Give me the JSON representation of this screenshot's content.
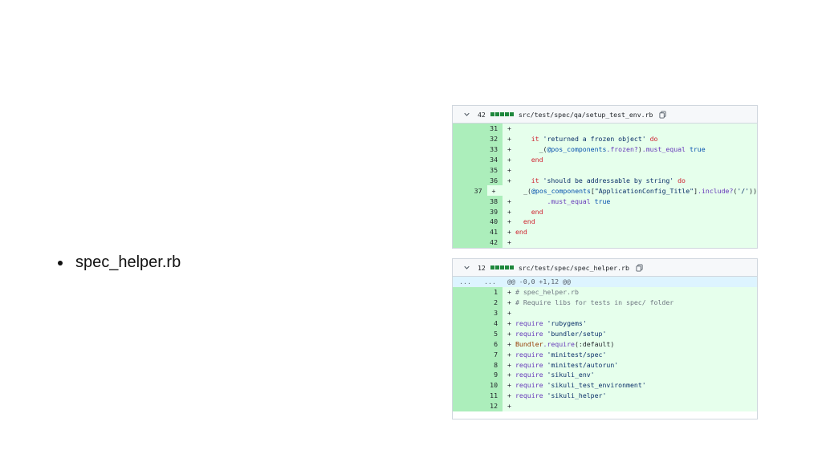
{
  "bullet": {
    "text": "spec_helper.rb"
  },
  "diffs": [
    {
      "count": "42",
      "path": "src/test/spec/qa/setup_test_env.rb",
      "lines": [
        {
          "n": "31"
        },
        {
          "n": "32"
        },
        {
          "n": "33"
        },
        {
          "n": "34"
        },
        {
          "n": "35"
        },
        {
          "n": "36"
        },
        {
          "n": "37"
        },
        {
          "n": "38"
        },
        {
          "n": "39"
        },
        {
          "n": "40"
        },
        {
          "n": "41"
        },
        {
          "n": "42"
        }
      ]
    },
    {
      "count": "12",
      "path": "src/test/spec/spec_helper.rb",
      "hunk": {
        "left": "...",
        "right": "...",
        "text": "@@ -0,0 +1,12 @@"
      },
      "lines": [
        {
          "n": "1"
        },
        {
          "n": "2"
        },
        {
          "n": "3"
        },
        {
          "n": "4"
        },
        {
          "n": "5"
        },
        {
          "n": "6"
        },
        {
          "n": "7"
        },
        {
          "n": "8"
        },
        {
          "n": "9"
        },
        {
          "n": "10"
        },
        {
          "n": "11"
        },
        {
          "n": "12"
        }
      ]
    }
  ],
  "tokens": {
    "plus": "+",
    "it": "it",
    "do": "do",
    "end": "end",
    "t_returned": "'returned a frozen object'",
    "t_addr": "'should be addressable by string'",
    "underscore_paren": "_(",
    "ivar": "@pos_components",
    "frozen": ".frozen?",
    "close_paren": ")",
    "must_equal": ".must_equal",
    "true": "true",
    "bracket_open": "[",
    "bracket_str": "\"ApplicationConfig_Title\"",
    "bracket_close": "]",
    "include": ".include?",
    "include_arg_open": "(",
    "include_arg": "'/'",
    "include_arg_close": "))",
    "dot_must_equal": ".must_equal",
    "cmt1": "# spec_helper.rb",
    "cmt2": "# Require libs for tests in spec/ folder",
    "require": "require",
    "r_rubygems": "'rubygems'",
    "r_bundler": "'bundler/setup'",
    "bundler": "Bundler",
    "dot_require": ".require",
    "default_arg": "(:default)",
    "r_minitest_spec": "'minitest/spec'",
    "r_minitest_autorun": "'minitest/autorun'",
    "r_sikuli_env": "'sikuli_env'",
    "r_sikuli_test_env": "'sikuli_test_environment'",
    "r_sikuli_helper": "'sikuli_helper'"
  },
  "colors": {
    "added_bg": "#e6ffec",
    "added_num_bg": "#aceebb",
    "hunk_bg": "#ddf4ff",
    "block": "#1f883d"
  },
  "icons": {
    "chevron": "chevron-down-icon",
    "copy": "copy-icon"
  }
}
